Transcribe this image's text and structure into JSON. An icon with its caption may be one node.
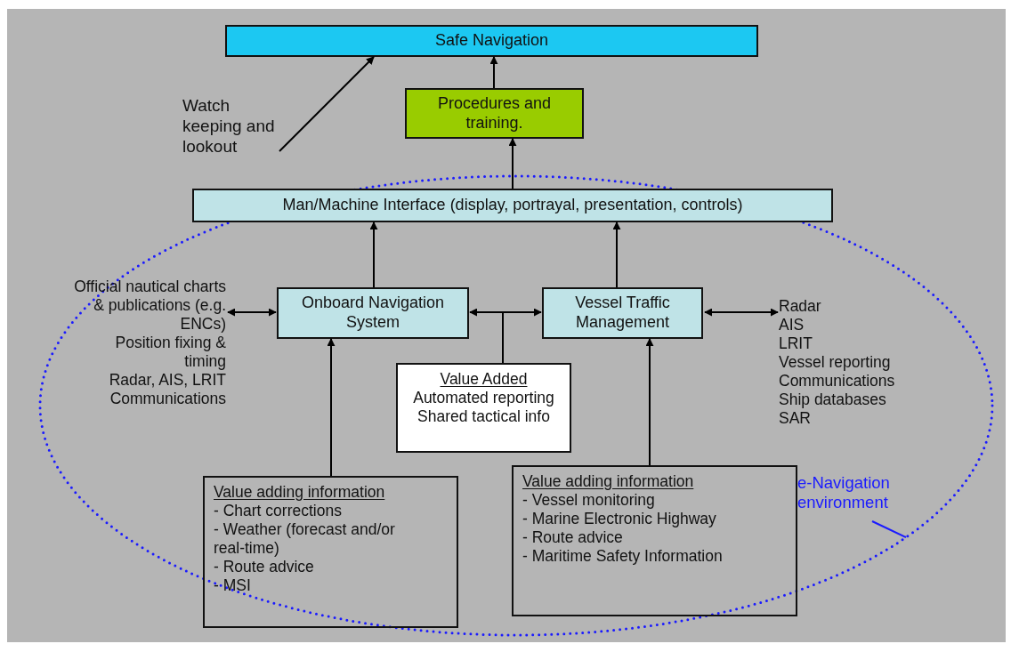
{
  "diagram": {
    "nodes": [
      {
        "text": [
          "Safe Navigation"
        ]
      },
      {
        "text": [
          "Procedures and training."
        ]
      },
      {
        "text": [
          "Watch keeping and lookout"
        ]
      },
      {
        "text": [
          "Man/Machine Interface (display, portrayal, presentation, controls)"
        ]
      },
      {
        "text": [
          "Official nautical charts & publications (e.g. ENCs)",
          "Position fixing & timing",
          "Radar, AIS, LRIT",
          "Communications"
        ]
      },
      {
        "text": [
          "Onboard Navigation System"
        ]
      },
      {
        "text": [
          "Vessel Traffic Management"
        ]
      },
      {
        "text": [
          "Radar",
          "AIS",
          "LRIT",
          "Vessel reporting",
          "Communications",
          "Ship databases",
          "SAR"
        ]
      },
      {
        "text": [
          "Value Added",
          "Automated reporting",
          "Shared tactical info"
        ]
      },
      {
        "text": [
          "Value adding information",
          "- Chart corrections",
          "- Weather (forecast and/or real-time)",
          "- Route advice",
          "- MSI"
        ]
      },
      {
        "text": [
          "Value adding information",
          "- Vessel monitoring",
          "- Marine Electronic Highway",
          "- Route advice",
          "- Maritime Safety Information"
        ]
      },
      {
        "text": [
          "e-Navigation environment"
        ]
      }
    ],
    "edges": [
      {
        "from": 2,
        "to": 0,
        "arrow": "to"
      },
      {
        "from": 1,
        "to": 0,
        "arrow": "to"
      },
      {
        "from": 3,
        "to": 1,
        "arrow": "to"
      },
      {
        "from": 5,
        "to": 3,
        "arrow": "to"
      },
      {
        "from": 6,
        "to": 3,
        "arrow": "to"
      },
      {
        "from": 4,
        "to": 5,
        "arrow": "both"
      },
      {
        "from": 8,
        "to": 5,
        "arrow": "to"
      },
      {
        "from": 8,
        "to": 6,
        "arrow": "to"
      },
      {
        "from": 6,
        "to": 7,
        "arrow": "both"
      },
      {
        "from": 9,
        "to": 5,
        "arrow": "to"
      },
      {
        "from": 10,
        "to": 6,
        "arrow": "to"
      },
      {
        "from": 11,
        "to": null,
        "arrow": "none",
        "color": "#1a1aff"
      }
    ]
  }
}
